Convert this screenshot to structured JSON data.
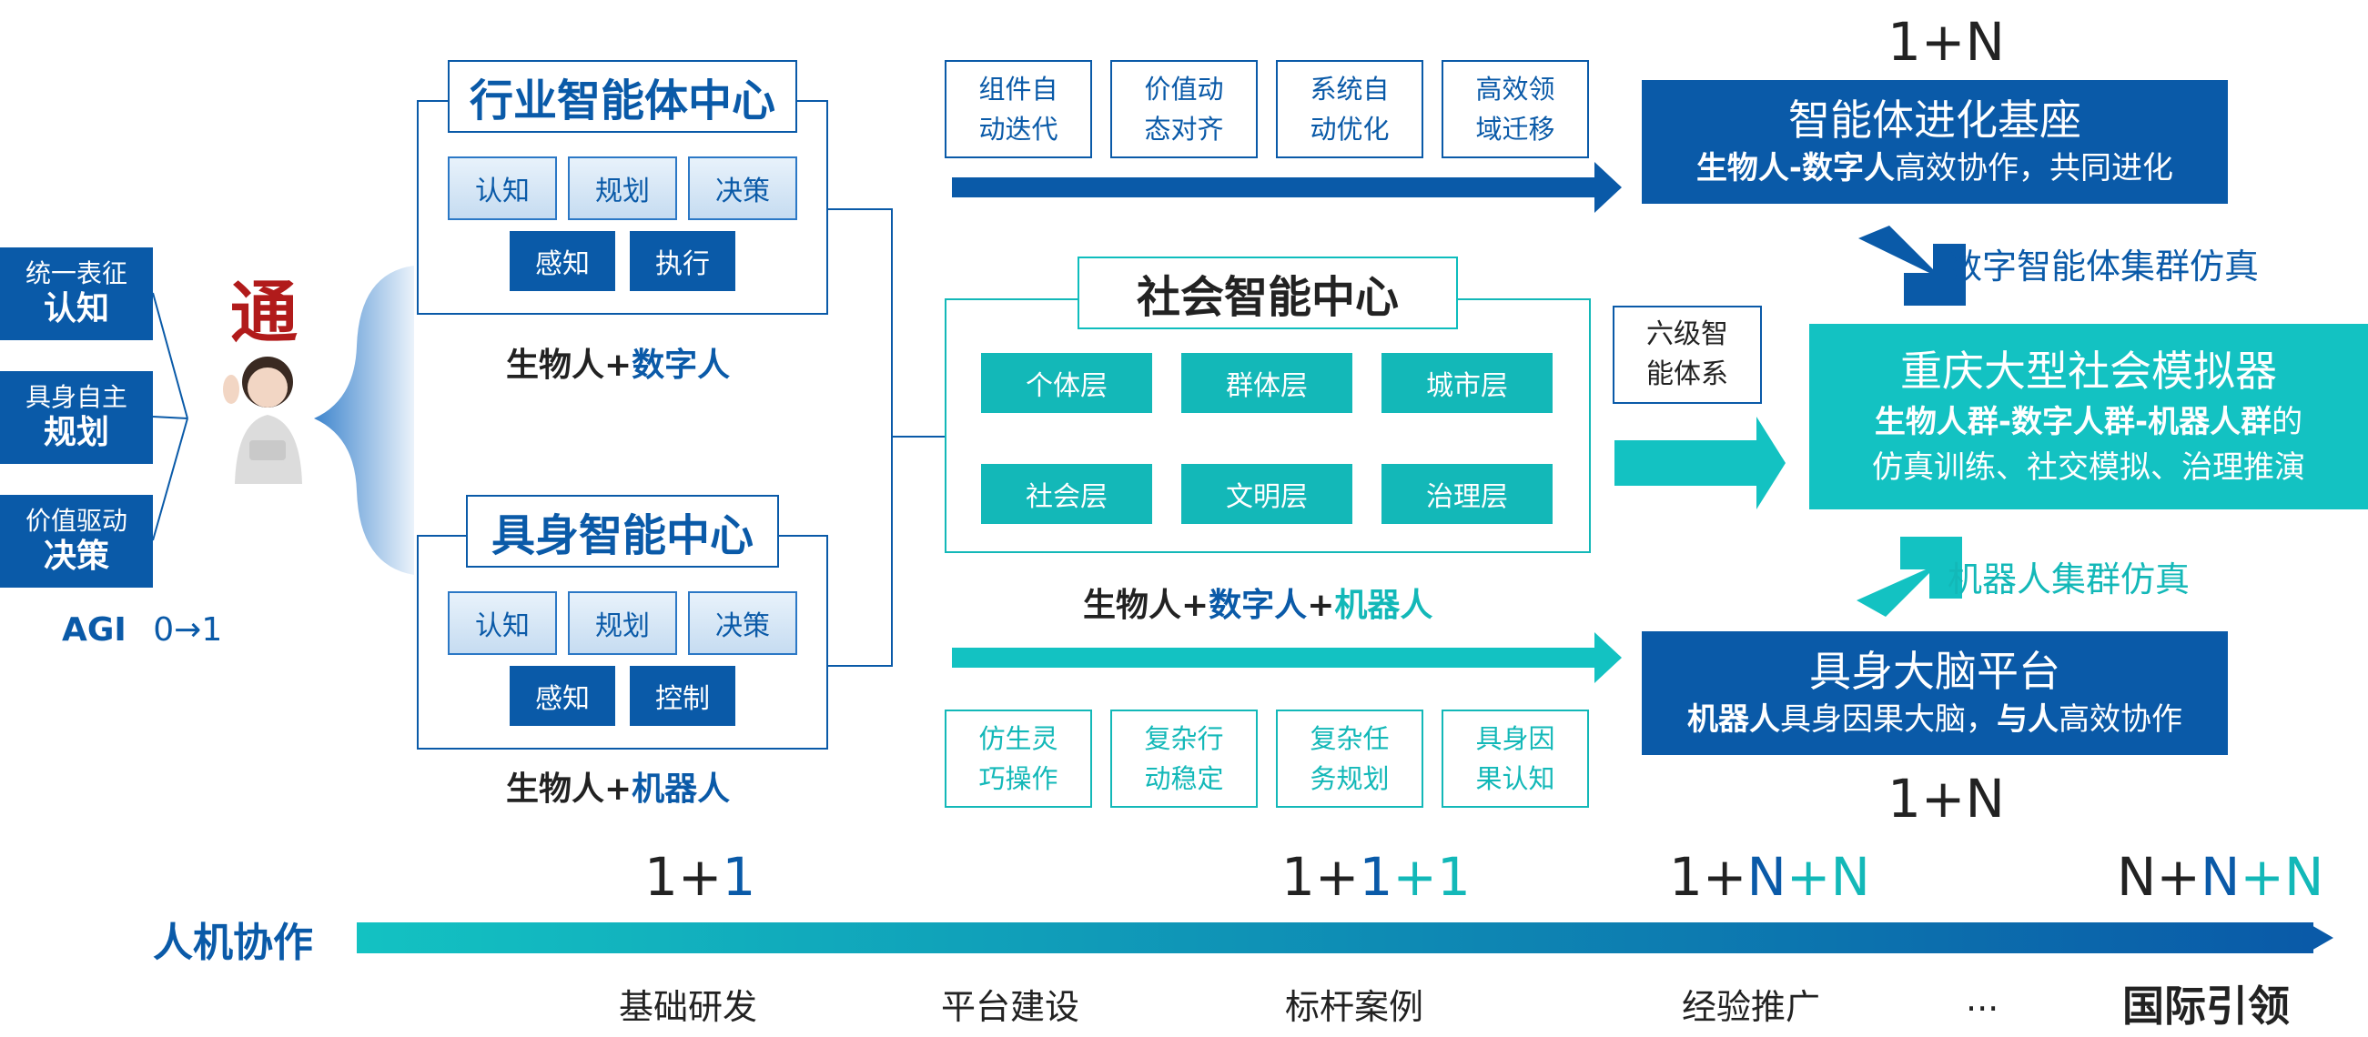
{
  "agi": {
    "items": [
      {
        "small": "统一表征",
        "big": "认知"
      },
      {
        "small": "具身自主",
        "big": "规划"
      },
      {
        "small": "价值驱动",
        "big": "决策"
      }
    ],
    "label_main": "AGI",
    "label_sub": "0→1",
    "logo_char": "通"
  },
  "industry_center": {
    "title": "行业智能体中心",
    "row1": [
      "认知",
      "规划",
      "决策"
    ],
    "row2": [
      "感知",
      "执行"
    ],
    "caption_a": "生物人+",
    "caption_b": "数字人"
  },
  "embodied_center": {
    "title": "具身智能中心",
    "row1": [
      "认知",
      "规划",
      "决策"
    ],
    "row2": [
      "感知",
      "控制"
    ],
    "caption_a": "生物人+",
    "caption_b": "机器人"
  },
  "top_tags": [
    "组件自\n动迭代",
    "价值动\n态对齐",
    "系统自\n动优化",
    "高效领\n域迁移"
  ],
  "bottom_tags": [
    "仿生灵\n巧操作",
    "复杂行\n动稳定",
    "复杂任\n务规划",
    "具身因\n果认知"
  ],
  "social_center": {
    "title": "社会智能中心",
    "layers": [
      "个体层",
      "群体层",
      "城市层",
      "社会层",
      "文明层",
      "治理层"
    ],
    "caption_a": "生物人+",
    "caption_b": "数字人",
    "caption_c": "+",
    "caption_d": "机器人"
  },
  "six_level": "六级智\n能体系",
  "evolution_base": {
    "ratio": "1+N",
    "title": "智能体进化基座",
    "sub_bold": "生物人-数字人",
    "sub_rest": "高效协作，共同进化"
  },
  "digital_sim": "数字智能体集群仿真",
  "simulator": {
    "title": "重庆大型社会模拟器",
    "line1_bold": "生物人群-数字人群-机器人群",
    "line1_rest": "的",
    "line2": "仿真训练、社交模拟、治理推演"
  },
  "robot_sim": "机器人集群仿真",
  "brain_platform": {
    "title": "具身大脑平台",
    "sub_bold1": "机器人",
    "sub_mid": "具身因果大脑，",
    "sub_bold2": "与人",
    "sub_rest": "高效协作",
    "ratio": "1+N"
  },
  "timeline": {
    "label": "人机协作",
    "ratios": [
      [
        "1+",
        "1"
      ],
      [
        "1+",
        "1",
        "+1"
      ],
      [
        "1+",
        "N",
        "+N"
      ],
      [
        "N+",
        "N",
        "+N"
      ]
    ],
    "stages": [
      "基础研发",
      "平台建设",
      "标杆案例",
      "经验推广",
      "...",
      "国际引领"
    ]
  },
  "colors": {
    "blue": "#0a5aa8",
    "teal": "#13c2c2"
  }
}
